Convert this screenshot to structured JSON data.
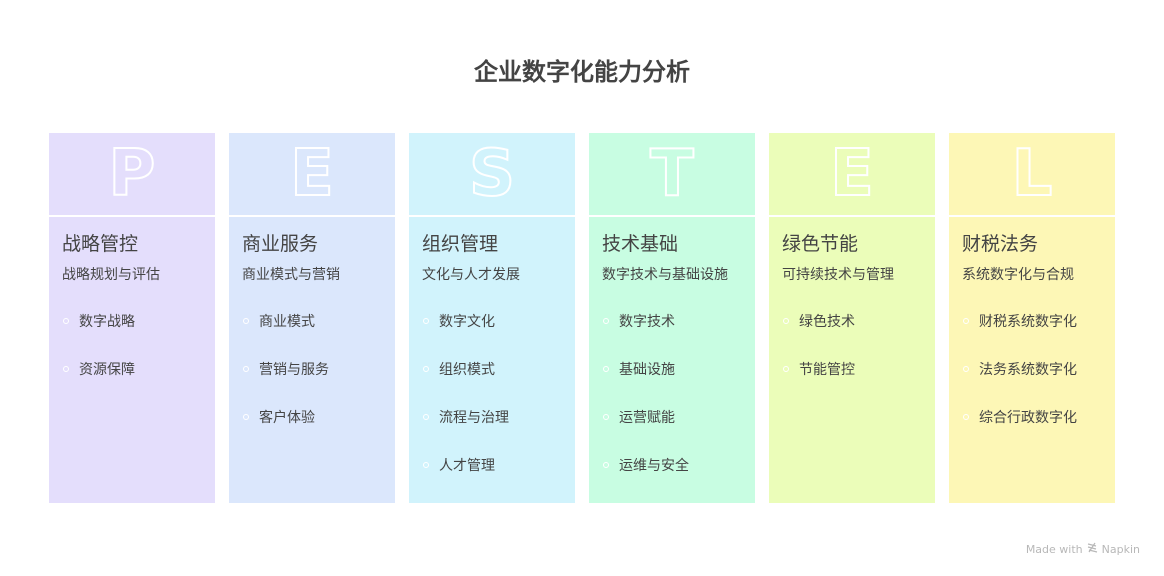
{
  "title": "企业数字化能力分析",
  "columns": [
    {
      "letter": "P",
      "color": "#e4defc",
      "heading": "战略管控",
      "subheading": "战略规划与评估",
      "items": [
        "数字战略",
        "资源保障"
      ]
    },
    {
      "letter": "E",
      "color": "#dbe7fc",
      "heading": "商业服务",
      "subheading": "商业模式与营销",
      "items": [
        "商业模式",
        "营销与服务",
        "客户体验"
      ]
    },
    {
      "letter": "S",
      "color": "#d1f3fc",
      "heading": "组织管理",
      "subheading": "文化与人才发展",
      "items": [
        "数字文化",
        "组织模式",
        "流程与治理",
        "人才管理"
      ]
    },
    {
      "letter": "T",
      "color": "#c8fde2",
      "heading": "技术基础",
      "subheading": "数字技术与基础设施",
      "items": [
        "数字技术",
        "基础设施",
        "运营赋能",
        "运维与安全"
      ]
    },
    {
      "letter": "E",
      "color": "#ebfdb9",
      "heading": "绿色节能",
      "subheading": "可持续技术与管理",
      "items": [
        "绿色技术",
        "节能管控"
      ]
    },
    {
      "letter": "L",
      "color": "#fdf7b6",
      "heading": "财税法务",
      "subheading": "系统数字化与合规",
      "items": [
        "财税系统数字化",
        "法务系统数字化",
        "综合行政数字化"
      ]
    }
  ],
  "footer": {
    "made_with": "Made with",
    "brand": "Napkin",
    "icon": "napkin-logo-icon"
  }
}
